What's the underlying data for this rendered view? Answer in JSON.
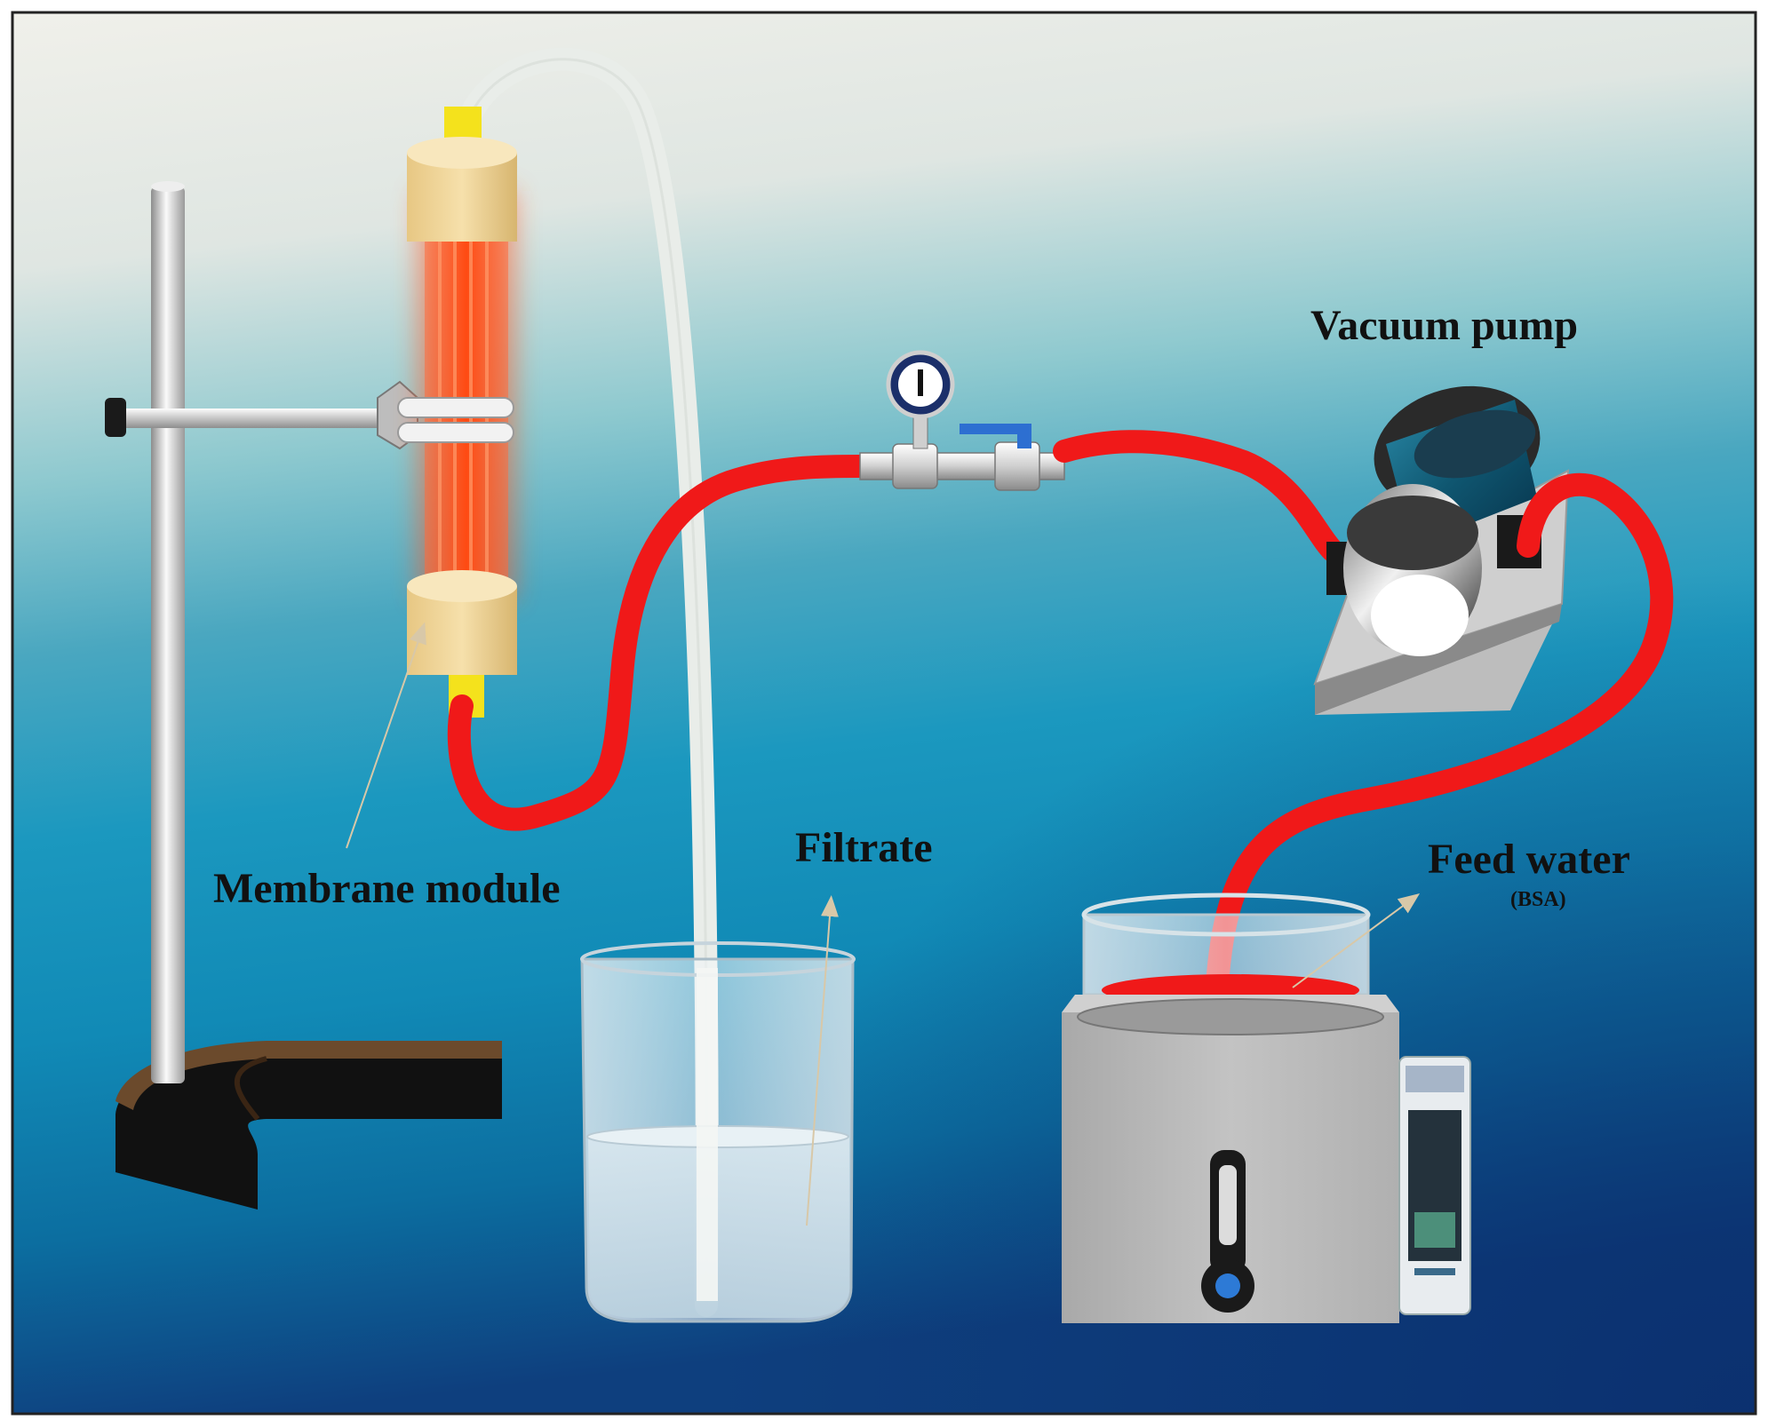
{
  "labels": {
    "membrane_module": "Membrane module",
    "filtrate": "Filtrate",
    "vacuum_pump": "Vacuum pump",
    "feed_water": "Feed water",
    "feed_water_note": "(BSA)"
  },
  "colors": {
    "tubing_red": "#f01919",
    "module_glow": "#ff5a28",
    "cap_brass": "#f1d79a",
    "fitting_yellow": "#f4e21c",
    "pump_body": "#1c6f8a",
    "background_top": "#ecece6",
    "background_bottom": "#0d3d7c"
  },
  "icons": [
    "pressure-gauge-icon",
    "valve-handle-icon",
    "knob-icon"
  ]
}
